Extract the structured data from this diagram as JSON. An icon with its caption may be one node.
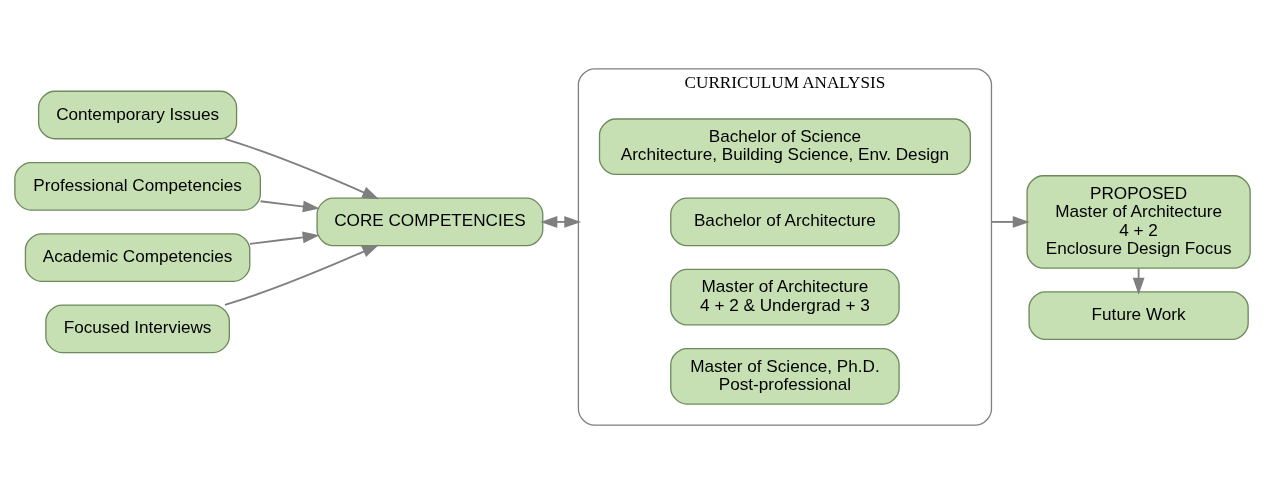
{
  "diagram": {
    "nodes": [
      {
        "text": [
          "Contemporary Issues"
        ]
      },
      {
        "text": [
          "Professional Competencies"
        ]
      },
      {
        "text": [
          "Academic Competencies"
        ]
      },
      {
        "text": [
          "Focused Interviews"
        ]
      },
      {
        "text": [
          "CORE COMPETENCIES"
        ]
      },
      {
        "text": [
          "CURRICULUM ANALYSIS"
        ]
      },
      {
        "text": [
          "Bachelor of Science",
          "Architecture, Building Science, Env. Design"
        ],
        "in": 5
      },
      {
        "text": [
          "Bachelor of Architecture"
        ],
        "in": 5
      },
      {
        "text": [
          "Master of Architecture",
          "4 + 2 & Undergrad + 3"
        ],
        "in": 5
      },
      {
        "text": [
          "Master of Science, Ph.D.",
          "Post-professional"
        ],
        "in": 5
      },
      {
        "text": [
          "PROPOSED",
          "Master of Architecture",
          "4 + 2",
          "Enclosure Design Focus"
        ]
      },
      {
        "text": [
          "Future Work"
        ]
      }
    ],
    "edges": [
      {
        "from": 0,
        "to": 4,
        "arrow": "to"
      },
      {
        "from": 1,
        "to": 4,
        "arrow": "to"
      },
      {
        "from": 2,
        "to": 4,
        "arrow": "to"
      },
      {
        "from": 3,
        "to": 4,
        "arrow": "to"
      },
      {
        "from": 4,
        "to": 5,
        "arrow": "both"
      },
      {
        "from": 5,
        "to": 10,
        "arrow": "to"
      },
      {
        "from": 10,
        "to": 11,
        "arrow": "to"
      }
    ]
  }
}
